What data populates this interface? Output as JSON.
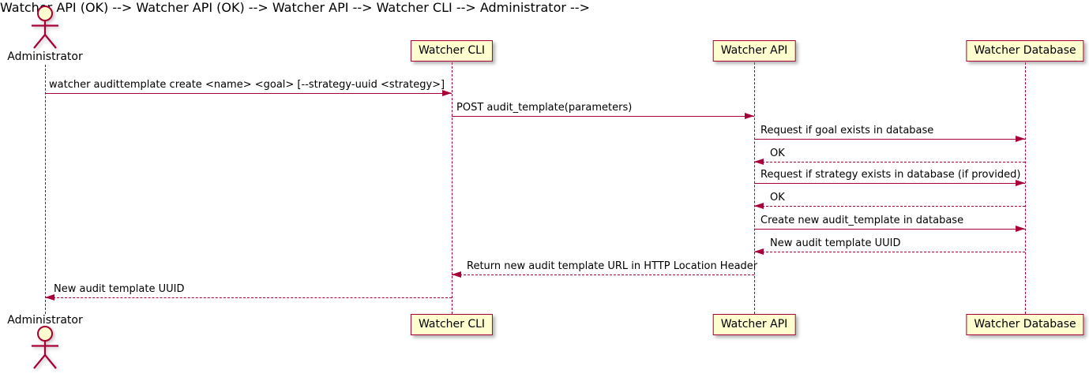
{
  "colors": {
    "line": "#A80036",
    "participant_fill": "#FEFECE",
    "text": "#000000",
    "background": "#FFFFFF"
  },
  "actor": {
    "name": "Administrator"
  },
  "participants": [
    {
      "label": "Watcher CLI"
    },
    {
      "label": "Watcher API"
    },
    {
      "label": "Watcher Database"
    }
  ],
  "messages": [
    {
      "from": "Administrator",
      "to": "Watcher CLI",
      "style": "solid",
      "text": "watcher audittemplate create <name> <goal> [--strategy-uuid <strategy>]"
    },
    {
      "from": "Watcher CLI",
      "to": "Watcher API",
      "style": "solid",
      "text": "POST audit_template(parameters)"
    },
    {
      "from": "Watcher API",
      "to": "Watcher Database",
      "style": "solid",
      "text": "Request if goal exists in database"
    },
    {
      "from": "Watcher Database",
      "to": "Watcher API",
      "style": "dashed",
      "text": "OK"
    },
    {
      "from": "Watcher API",
      "to": "Watcher Database",
      "style": "solid",
      "text": "Request if strategy exists in database (if provided)"
    },
    {
      "from": "Watcher Database",
      "to": "Watcher API",
      "style": "dashed",
      "text": "OK"
    },
    {
      "from": "Watcher API",
      "to": "Watcher Database",
      "style": "solid",
      "text": "Create new audit_template in database"
    },
    {
      "from": "Watcher Database",
      "to": "Watcher API",
      "style": "dashed",
      "text": "New audit template UUID"
    },
    {
      "from": "Watcher API",
      "to": "Watcher CLI",
      "style": "dashed",
      "text": "Return new audit template URL in HTTP Location Header"
    },
    {
      "from": "Watcher CLI",
      "to": "Administrator",
      "style": "dashed",
      "text": "New audit template UUID"
    }
  ]
}
